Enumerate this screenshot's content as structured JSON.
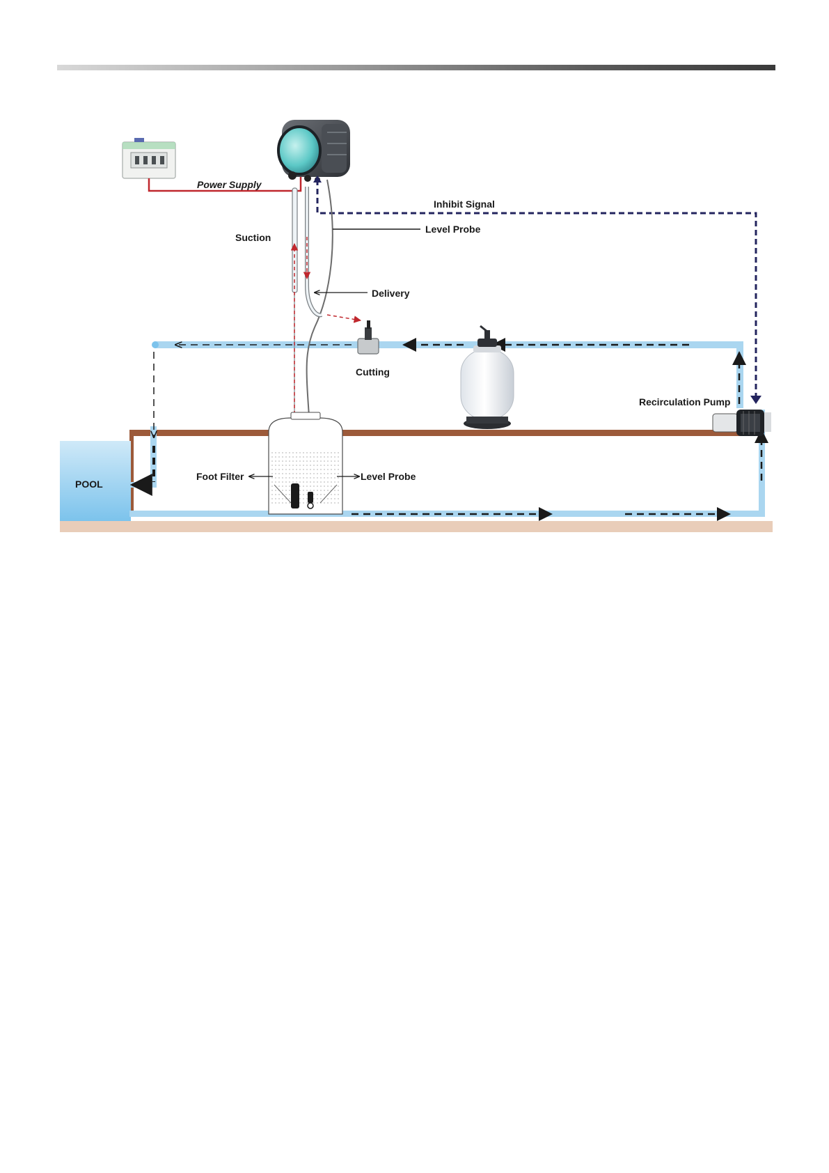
{
  "labels": {
    "power_supply": "Power Supply",
    "inhibit_signal": "Inhibit Signal",
    "level_probe_top": "Level Probe",
    "suction": "Suction",
    "delivery": "Delivery",
    "cutting": "Cutting",
    "recirculation_pump": "Recirculation Pump",
    "foot_filter": "Foot Filter",
    "level_probe_tank": "Level Probe",
    "pool": "POOL"
  },
  "colors": {
    "water": "#aad6f0",
    "pool": "#8ccbef",
    "ground": "#9c5a3a",
    "floor": "#e9cdb9",
    "power_line": "#c0272d",
    "inhibit_line": "#23245e",
    "flow_arrow": "#1a1a1a"
  }
}
